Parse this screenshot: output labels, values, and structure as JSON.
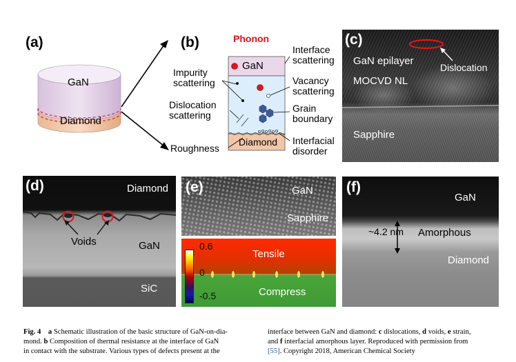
{
  "panel_a": {
    "label": "(a)",
    "gan": "GaN",
    "diamond": "Diamond",
    "colors": {
      "gan": "#e6d6ea",
      "diamond": "#f2c6a8",
      "dash": "#c0304a"
    }
  },
  "panel_b": {
    "label": "(b)",
    "phonon": "Phonon",
    "gan": "GaN",
    "diamond": "Diamond",
    "interface_scattering": [
      "Interface",
      "scattering"
    ],
    "impurity_scattering": [
      "Impurity",
      "scattering"
    ],
    "vacancy_scattering": [
      "Vacancy",
      "scattering"
    ],
    "dislocation_scattering": [
      "Dislocation",
      "scattering"
    ],
    "grain_boundary": [
      "Grain",
      "boundary"
    ],
    "roughness": "Roughness",
    "interfacial_disorder": [
      "Interfacial",
      "disorder"
    ],
    "colors": {
      "phonon": "#e0151c",
      "grain": "#3f5a9a",
      "middle": "#dceefb"
    }
  },
  "panel_c": {
    "label": "(c)",
    "gan_epilayer": "GaN epilayer",
    "mocvd": "MOCVD NL",
    "sapphire": "Sapphire",
    "dislocation": "Dislocation"
  },
  "panel_d": {
    "label": "(d)",
    "diamond": "Diamond",
    "voids": "Voids",
    "gan": "GaN",
    "sic": "SiC"
  },
  "panel_e": {
    "label": "(e)",
    "gan": "GaN",
    "sapphire": "Sapphire",
    "tensile": "Tensile",
    "compress": "Compress",
    "scale": [
      "0.6",
      "0",
      "-0.5"
    ]
  },
  "panel_f": {
    "label": "(f)",
    "gan": "GaN",
    "thickness": "~4.2 nm",
    "amorphous": "Amorphous",
    "diamond": "Diamond"
  },
  "caption": {
    "col1": {
      "fig": "Fig. 4",
      "a": "a",
      "t1": " Schematic illustration of the basic structure of GaN-on-dia-",
      "t2": "mond. ",
      "b": "b",
      "t3": " Composition of thermal resistance at the interface of GaN",
      "t4": "in contact with the substrate. Various types of defects present at the"
    },
    "col2": {
      "t1": "interface between GaN and diamond: ",
      "c": "c",
      "t2": " dislocations, ",
      "d": "d",
      "t3": " voids, ",
      "e": "e",
      "t4": " strain,",
      "t5": "and ",
      "f": "f",
      "t6": " interfacial amorphous layer. Reproduced with permission from",
      "ref": "[55]",
      "t7": ". Copyright 2018, American Chemical Society"
    }
  }
}
